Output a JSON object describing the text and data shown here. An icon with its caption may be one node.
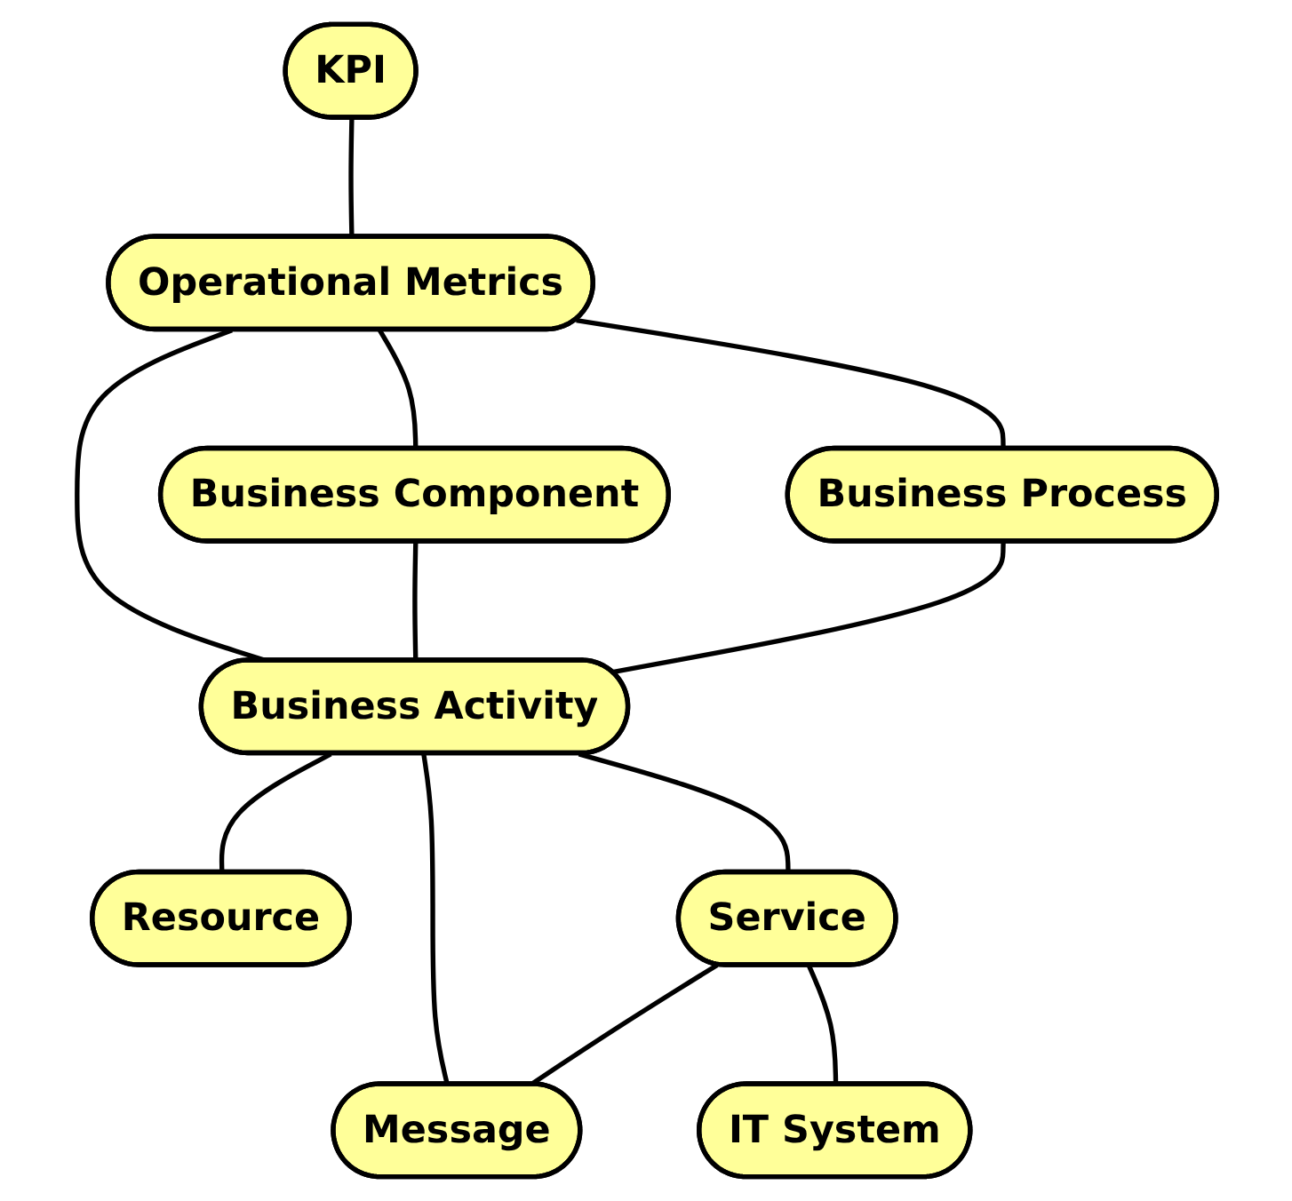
{
  "diagram": {
    "nodes": [
      {
        "text": [
          "KPI"
        ]
      },
      {
        "text": [
          "Operational Metrics"
        ]
      },
      {
        "text": [
          "Business Component"
        ]
      },
      {
        "text": [
          "Business Process"
        ]
      },
      {
        "text": [
          "Business Activity"
        ]
      },
      {
        "text": [
          "Resource"
        ]
      },
      {
        "text": [
          "Message"
        ]
      },
      {
        "text": [
          "Service"
        ]
      },
      {
        "text": [
          "IT System"
        ]
      }
    ],
    "edges": [
      {
        "from": 0,
        "to": 1,
        "arrow": "none"
      },
      {
        "from": 1,
        "to": 2,
        "arrow": "none"
      },
      {
        "from": 1,
        "to": 3,
        "arrow": "none"
      },
      {
        "from": 1,
        "to": 4,
        "arrow": "none"
      },
      {
        "from": 2,
        "to": 4,
        "arrow": "none"
      },
      {
        "from": 3,
        "to": 4,
        "arrow": "none"
      },
      {
        "from": 4,
        "to": 5,
        "arrow": "none"
      },
      {
        "from": 4,
        "to": 6,
        "arrow": "none"
      },
      {
        "from": 4,
        "to": 7,
        "arrow": "none"
      },
      {
        "from": 7,
        "to": 6,
        "arrow": "none"
      },
      {
        "from": 7,
        "to": 8,
        "arrow": "none"
      }
    ]
  }
}
